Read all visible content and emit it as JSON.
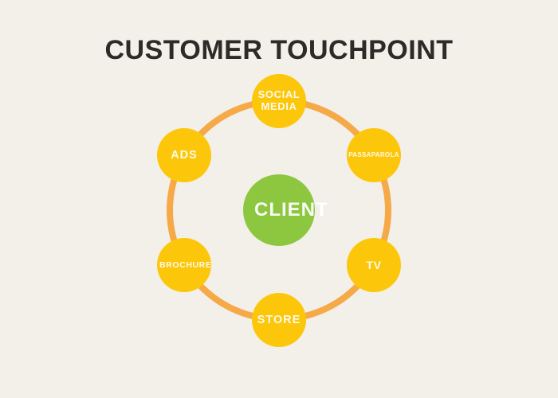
{
  "title": "CUSTOMER TOUCHPOINT",
  "colors": {
    "background": "#F3EFE9",
    "ring": "#F5A947",
    "node": "#FCC70B",
    "center_node": "#8DC63F",
    "title_text": "#2D2B28"
  },
  "diagram": {
    "type": "hub-and-spoke-cycle",
    "center": {
      "label": "CLIENT"
    },
    "nodes": [
      {
        "label": "SOCIAL MEDIA",
        "position": "top"
      },
      {
        "label": "PASSAPAROLA",
        "position": "top-right"
      },
      {
        "label": "TV",
        "position": "bottom-right"
      },
      {
        "label": "STORE",
        "position": "bottom"
      },
      {
        "label": "BROCHURE",
        "position": "bottom-left"
      },
      {
        "label": "ADS",
        "position": "top-left"
      }
    ]
  }
}
